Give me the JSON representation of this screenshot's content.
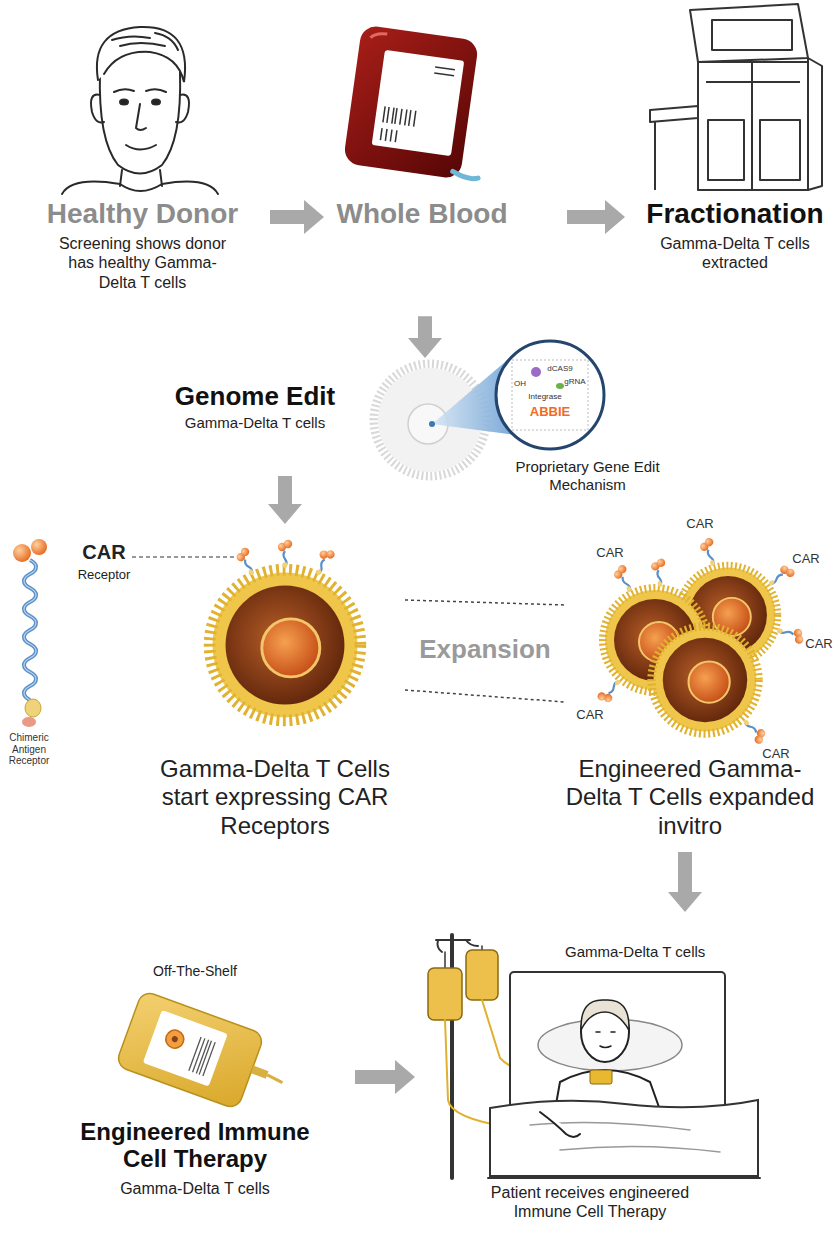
{
  "diagram": {
    "nodes": [
      {
        "text": [
          "Healthy Donor",
          "Screening shows donor has healthy Gamma-Delta T cells"
        ]
      },
      {
        "text": [
          "Whole Blood"
        ]
      },
      {
        "text": [
          "Fractionation",
          "Gamma-Delta T cells extracted"
        ]
      },
      {
        "text": [
          "Genome Edit",
          "Gamma-Delta T cells"
        ]
      },
      {
        "text": [
          "Proprietary Gene Edit Mechanism"
        ]
      },
      {
        "text": [
          "Gamma-Delta T Cells start expressing CAR Receptors"
        ]
      },
      {
        "text": [
          "Engineered Gamma-Delta T Cells expanded invitro"
        ]
      },
      {
        "text": [
          "Off-The-Shelf",
          "Engineered Immune Cell Therapy",
          "Gamma-Delta T cells"
        ]
      },
      {
        "text": [
          "Gamma-Delta T cells",
          "Patient receives engineered Immune Cell Therapy"
        ]
      }
    ],
    "edges": [
      {
        "from": 0,
        "to": 1,
        "arrow": "to"
      },
      {
        "from": 1,
        "to": 2,
        "arrow": "to"
      },
      {
        "from": 1,
        "to": 3,
        "arrow": "to"
      },
      {
        "from": 3,
        "to": 5,
        "arrow": "to"
      },
      {
        "from": 5,
        "to": 6,
        "label": "Expansion",
        "arrow": "none"
      },
      {
        "from": 6,
        "to": 8,
        "arrow": "to"
      },
      {
        "from": 7,
        "to": 8,
        "arrow": "to"
      }
    ],
    "labels": [
      "CAR",
      "Receptor",
      "Chimeric Antigen Receptor",
      "dCAS9",
      "gRNA",
      "Integrase",
      "OH",
      "ABBIE",
      "CAR",
      "CAR",
      "CAR",
      "CAR",
      "CAR",
      "CAR"
    ]
  }
}
